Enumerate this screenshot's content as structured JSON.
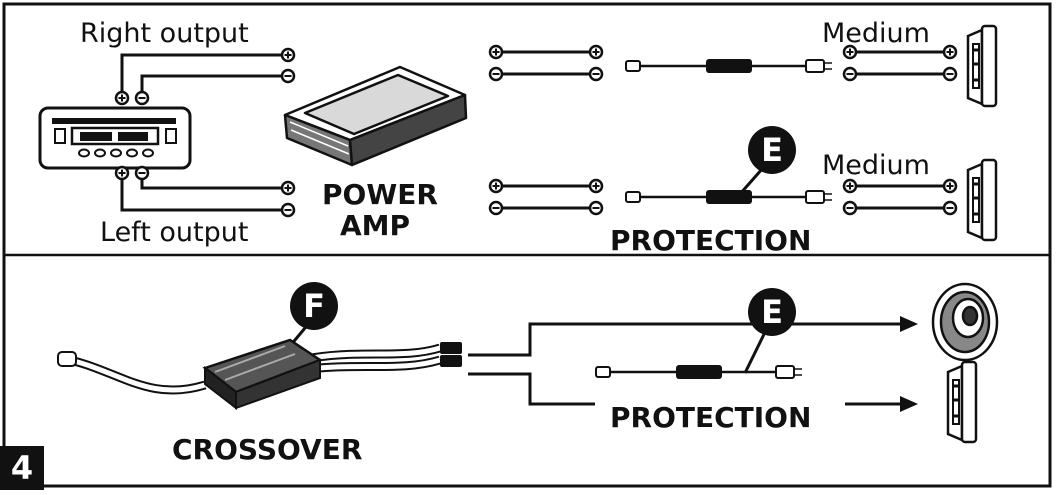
{
  "labels": {
    "right_output": "Right output",
    "left_output": "Left output",
    "power_amp_line1": "POWER",
    "power_amp_line2": "AMP",
    "medium_top": "Medium",
    "medium_bottom": "Medium",
    "protection_top": "PROTECTION",
    "protection_bottom": "PROTECTION",
    "crossover": "CROSSOVER"
  },
  "badges": {
    "e_top": "E",
    "e_bottom": "E",
    "f": "F"
  },
  "step_number": "4"
}
